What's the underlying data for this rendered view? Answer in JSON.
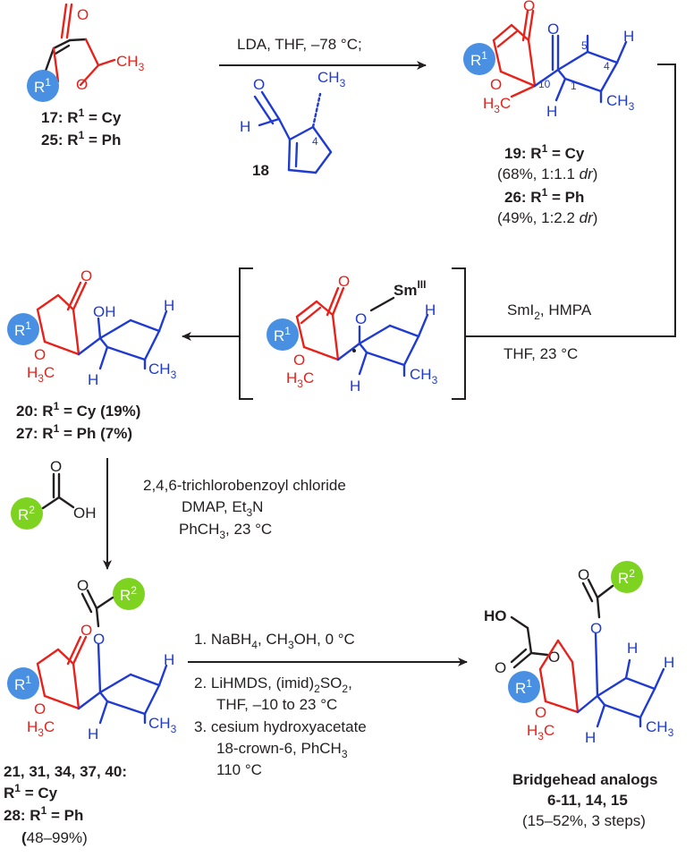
{
  "colors": {
    "red": "#e8221b",
    "blue": "#1f3bd1",
    "r1_circle": "#4a90e2",
    "r2_circle": "#7ed321",
    "text": "#231f20"
  },
  "labels": {
    "r1": "R",
    "r1_sup": "1",
    "r2": "R",
    "r2_sup": "2",
    "ch3": "CH",
    "h3c": "H",
    "three": "3",
    "o": "O",
    "h": "H",
    "oh": "OH",
    "ho": "HO",
    "sm": "Sm",
    "sm_sup": "III",
    "num4": "4",
    "num5": "5",
    "num10": "10",
    "num1": "1",
    "num18": "18"
  },
  "step1": {
    "line1": "LDA, THF, –78 °C;"
  },
  "step2": {
    "reagent_a": "SmI",
    "reagent_a_sub": "2",
    "reagent_b": ", HMPA",
    "solvent": "THF, 23 °C"
  },
  "step3": {
    "line1": "2,4,6-trichlorobenzoyl chloride",
    "line2_a": "DMAP, Et",
    "line2_sub": "3",
    "line2_b": "N",
    "line3_a": "PhCH",
    "line3_sub": "3",
    "line3_b": ", 23 °C"
  },
  "step4": {
    "l1_a": "1.  NaBH",
    "l1_sub": "4",
    "l1_b": ", CH",
    "l1_sub2": "3",
    "l1_c": "OH, 0 °C",
    "l2_a": "2.  LiHMDS, (imid)",
    "l2_sub": "2",
    "l2_b": "SO",
    "l2_sub2": "2",
    "l2_c": ",",
    "l3": "THF, –10 to 23 °C",
    "l4": "3.  cesium hydroxyacetate",
    "l5_a": "18-crown-6, PhCH",
    "l5_sub": "3",
    "l6": "110 °C"
  },
  "compounds": {
    "c17": {
      "num": "17:",
      "r": " R",
      "sup": "1",
      "eq": " = Cy"
    },
    "c25": {
      "num": "25:",
      "r": " R",
      "sup": "1",
      "eq": " = Ph"
    },
    "c19": {
      "num": "19:",
      "r": " R",
      "sup": "1",
      "eq": " = Cy",
      "yield": "(68%, 1:1.1 ",
      "dr": "dr",
      "close": ")"
    },
    "c26": {
      "num": "26:",
      "r": " R",
      "sup": "1",
      "eq": " = Ph",
      "yield": "(49%, 1:2.2 ",
      "dr": "dr",
      "close": ")"
    },
    "c20": {
      "num": "20:",
      "r": " R",
      "sup": "1",
      "eq": " = Cy",
      "yield": " (19%)"
    },
    "c27": {
      "num": "27:",
      "r": " R",
      "sup": "1",
      "eq": " = Ph",
      "yield": " (7%)"
    },
    "c21": {
      "num": "21, 31, 34, 37, 40:"
    },
    "c21b": {
      "r": "R",
      "sup": "1",
      "eq": " = Cy"
    },
    "c28": {
      "num": "28:",
      "r": " R",
      "sup": "1",
      "eq": " = Ph"
    },
    "c28y": {
      "open": "(",
      "num": "48",
      "rest": "–99%)"
    },
    "product": {
      "line1": "Bridgehead analogs",
      "line2": "6-11, 14, 15",
      "line3": "(15–52%, 3 steps)"
    }
  }
}
